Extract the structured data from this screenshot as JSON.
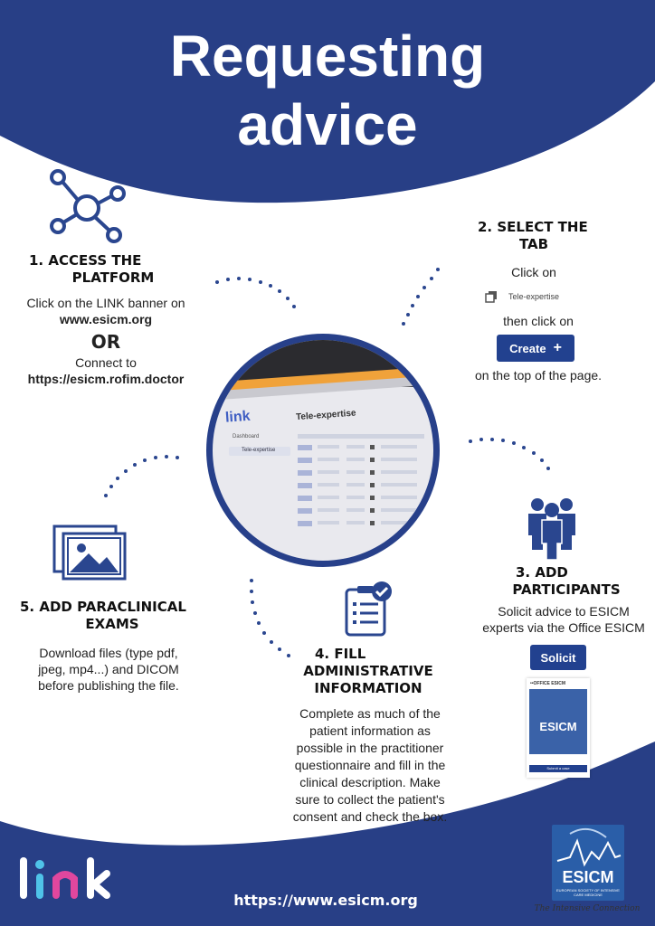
{
  "title": {
    "line1": "Requesting",
    "line2": "advice"
  },
  "colors": {
    "navy": "#283f86",
    "button": "#22418f",
    "white": "#ffffff"
  },
  "step1": {
    "heading_line1": "1.     ACCESS THE",
    "heading_line2": "PLATFORM",
    "text1": "Click on the LINK banner on",
    "url1": "www.esicm.org",
    "or": "OR",
    "text2": "Connect to",
    "url2": "https://esicm.rofim.doctor",
    "icon": "network-hub-icon"
  },
  "step2": {
    "heading_line1": "2.     SELECT THE",
    "heading_line2": "TAB",
    "text1": "Click on",
    "tab_label": "Tele-expertise",
    "text2": "then click on",
    "create_label": "Create",
    "text3": "on the top of the page.",
    "icon": "copy-tab-icon"
  },
  "step3": {
    "heading_line1": "3.     ADD",
    "heading_line2": "PARTICIPANTS",
    "text1": "Solicit advice to ESICM",
    "text2": "experts via the Office ESICM",
    "solicit_label": "Solicit",
    "office_label": "••OFFICE ESICM",
    "card_button": "Submit a case",
    "icon": "group-users-icon"
  },
  "step4": {
    "heading_line1": "4.     FILL",
    "heading_line2": "ADMINISTRATIVE",
    "heading_line3": "INFORMATION",
    "text": [
      "Complete as much of the",
      "patient information as",
      "possible in the practitioner",
      "questionnaire and fill in the",
      "clinical description. Make",
      "sure to collect the patient's",
      "consent and check the box."
    ],
    "icon": "checklist-icon"
  },
  "step5": {
    "heading_line1": "5.     ADD PARACLINICAL",
    "heading_line2": "EXAMS",
    "text1": "Download files (type pdf,",
    "text2": "jpeg, mp4...) and DICOM",
    "text3": "before publishing the file.",
    "icon": "images-icon"
  },
  "screen": {
    "logo": "link",
    "title": "Tele-expertise",
    "nav1": "Dashboard",
    "nav2": "Tele-expertise"
  },
  "footer": {
    "url": "https://www.esicm.org",
    "brand": "link",
    "esicm": "ESICM",
    "esicm_sub": "EUROPEAN SOCIETY OF INTENSIVE CARE MEDICINE",
    "tagline": "The Intensive Connection"
  }
}
